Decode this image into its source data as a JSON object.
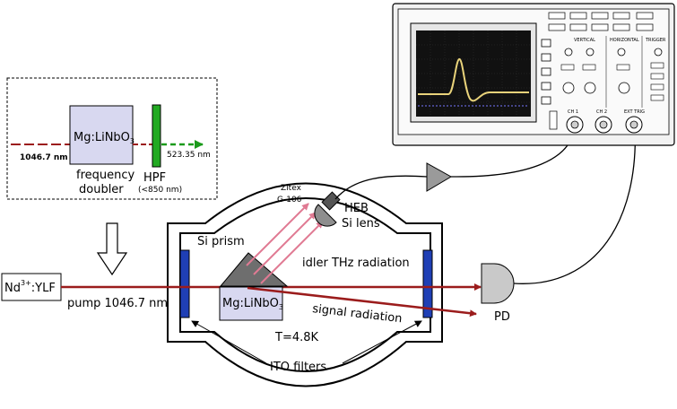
{
  "labels": {
    "pump_wavelength": "1046.7 nm",
    "crystal": "Mg:LiNbO",
    "crystal_sub": "3",
    "doubled_wavelength": "523.35 nm",
    "frequency": "frequency",
    "doubler": "doubler",
    "hpf": "HPF",
    "hpf_note": "(<850 nm)",
    "laser": "Nd",
    "laser_sup": "3+",
    "laser_suffix": ":YLF",
    "pump_label": "pump 1046.7 nm",
    "zitex": "Zitex",
    "zitex_model": "G-106",
    "heb": "HEB",
    "si_lens": "Si lens",
    "si_prism": "Si prism",
    "idler": "idler THz radiation",
    "signal": "signal radiation",
    "temperature": "T=4.8K",
    "ito": "ITO filters",
    "pd": "PD"
  },
  "scope": {
    "sections": [
      "VERTICAL",
      "HORIZONTAL",
      "TRIGGER"
    ],
    "ports": [
      "CH 1",
      "CH 2",
      "EXT TRIG"
    ]
  },
  "colors": {
    "pump_beam": "#9b1c1c",
    "green_beam": "#1a9a1a",
    "thz_beam": "#e07a93",
    "crystal_fill": "#d8d8f0",
    "ito_filter": "#1f3fb5",
    "hpf_filter": "#22aa22",
    "prism": "#6e6e6e",
    "scope_trace": "#e8d27a"
  }
}
